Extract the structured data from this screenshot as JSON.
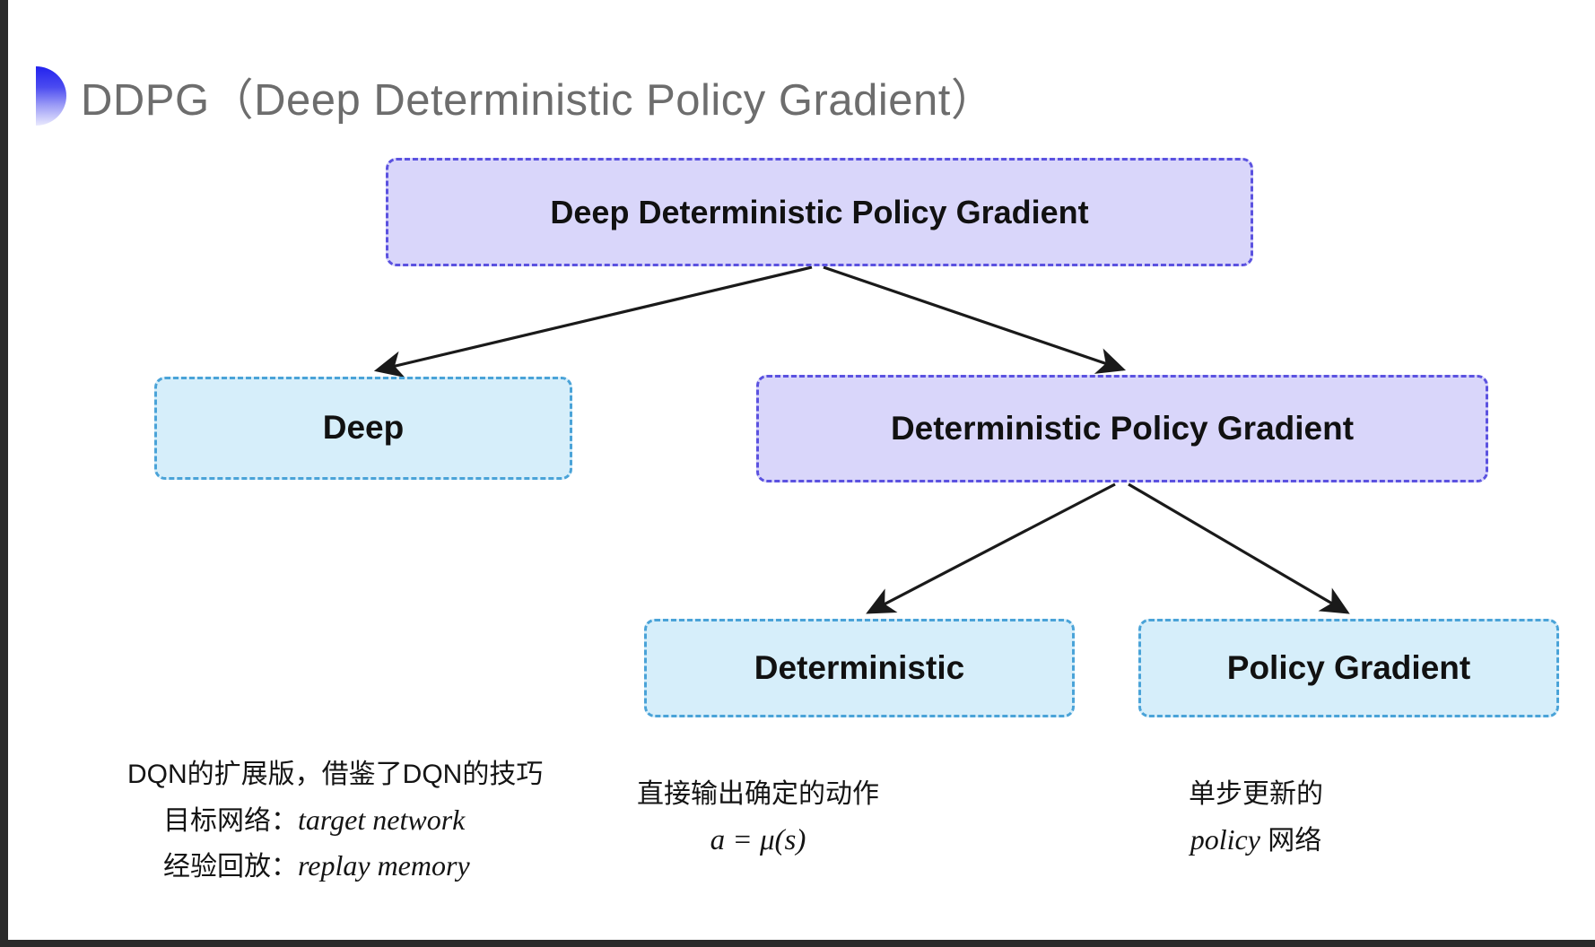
{
  "slide": {
    "title": "DDPG（Deep Deterministic Policy Gradient）",
    "bullet_icon": "half-circle-bullet-icon",
    "background_color": "#ffffff"
  },
  "colors": {
    "purple_fill": "#d9d6fa",
    "purple_border": "#5b52e0",
    "blue_fill": "#d6eefa",
    "blue_border": "#4aa3d8",
    "title_text": "#6d6d6d",
    "arrow": "#1a1a1a"
  },
  "diagram": {
    "type": "tree",
    "nodes": [
      {
        "id": "root",
        "label": "Deep Deterministic Policy Gradient",
        "style": "purple"
      },
      {
        "id": "deep",
        "label": "Deep",
        "style": "blue"
      },
      {
        "id": "dpg",
        "label": "Deterministic Policy Gradient",
        "style": "purple"
      },
      {
        "id": "det",
        "label": "Deterministic",
        "style": "blue"
      },
      {
        "id": "pg",
        "label": "Policy Gradient",
        "style": "blue"
      }
    ],
    "edges": [
      {
        "from": "root",
        "to": "deep"
      },
      {
        "from": "root",
        "to": "dpg"
      },
      {
        "from": "dpg",
        "to": "det"
      },
      {
        "from": "dpg",
        "to": "pg"
      }
    ]
  },
  "annotations": {
    "deep": {
      "line1": "DQN的扩展版，借鉴了DQN的技巧",
      "line2_label": "目标网络：",
      "line2_term": "target network",
      "line3_label": "经验回放：",
      "line3_term": "replay memory"
    },
    "deterministic": {
      "line1": "直接输出确定的动作",
      "formula": "a = μ(s)"
    },
    "policy_gradient": {
      "line1": "单步更新的",
      "line2_term": "policy",
      "line2_suffix": " 网络"
    }
  }
}
